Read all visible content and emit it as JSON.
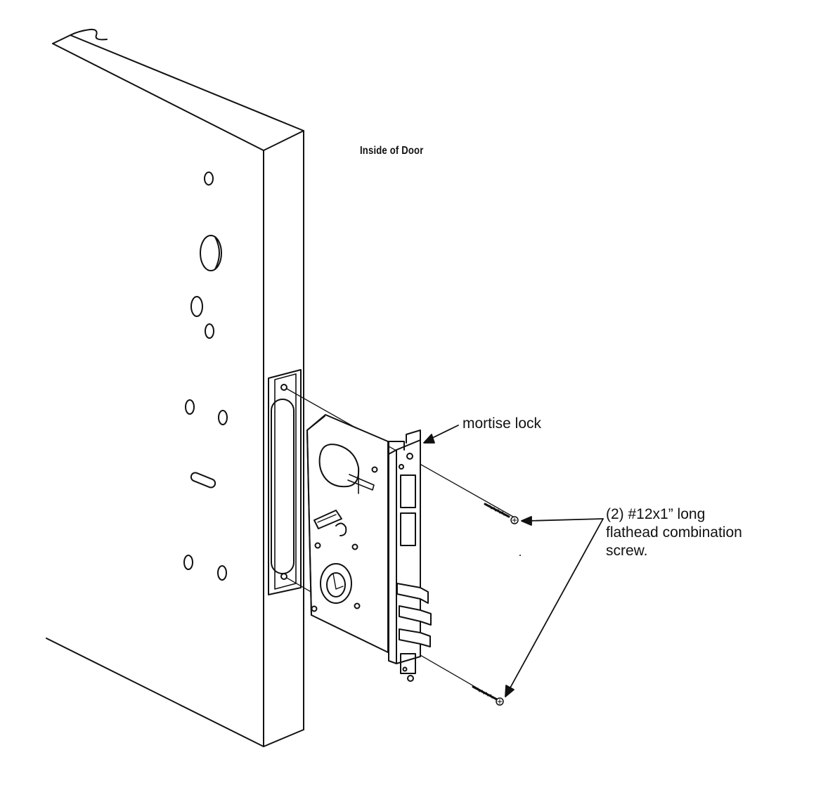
{
  "labels": {
    "inside_of_door": "Inside of Door",
    "mortise_lock": "mortise lock",
    "screw_lines": [
      "(2) #12x1” long",
      "flathead combination",
      "screw."
    ]
  },
  "colors": {
    "line": "#111111",
    "background": "#ffffff"
  },
  "icons": [
    "screw-icon",
    "arrow-head-icon"
  ]
}
